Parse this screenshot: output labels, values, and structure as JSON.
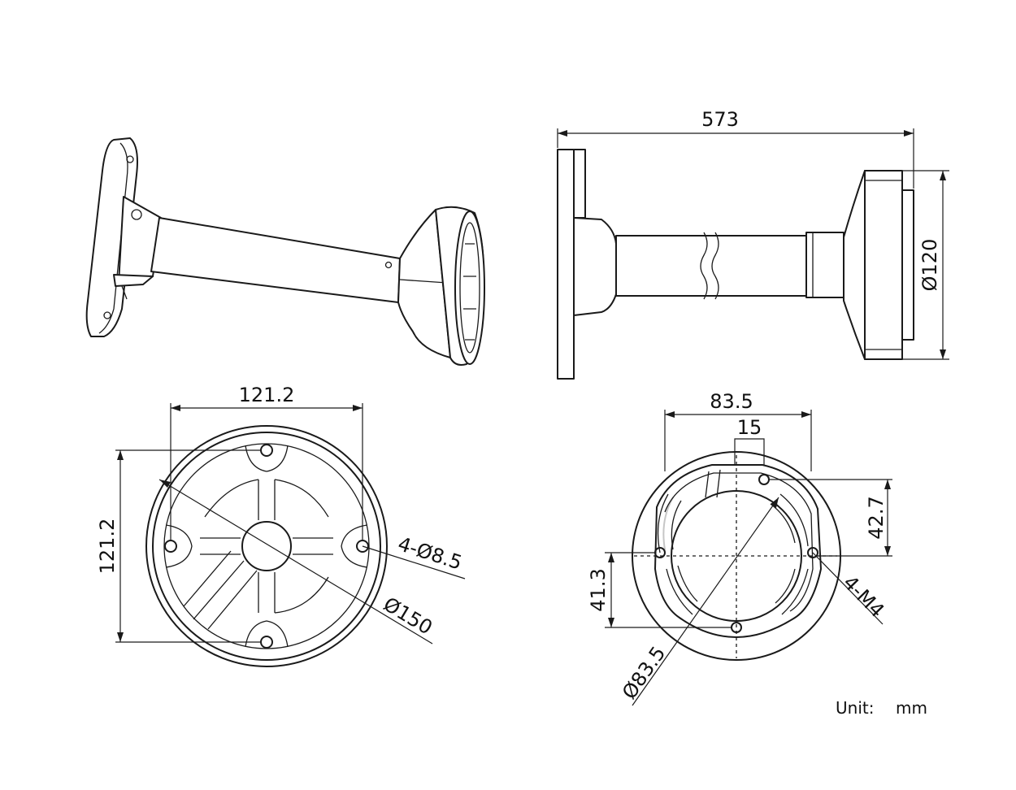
{
  "dimensions": {
    "overall_length": "573",
    "arm_diameter": "Ø120",
    "base_width": "121.2",
    "base_height": "121.2",
    "mount_holes": "4-Ø8.5",
    "base_diameter": "Ø150",
    "adapter_width": "83.5",
    "adapter_slot": "15",
    "adapter_offset_top": "42.7",
    "adapter_offset_bottom": "41.3",
    "adapter_threads": "4-M4",
    "adapter_diameter": "Ø83.5"
  },
  "unit_label": "Unit:",
  "unit_value": "mm"
}
